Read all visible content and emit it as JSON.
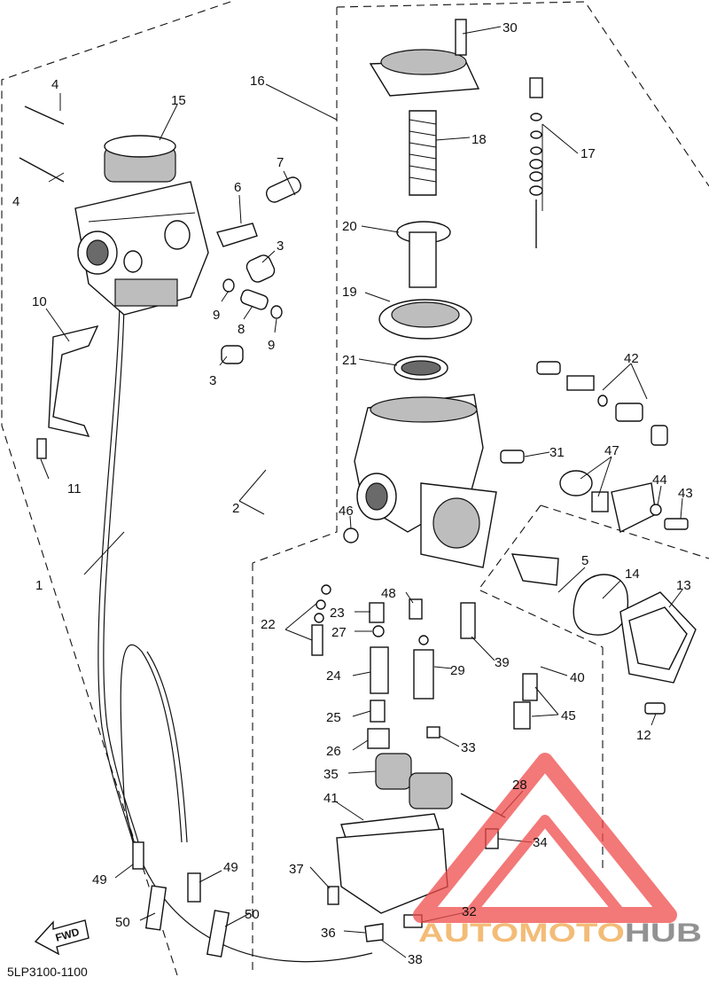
{
  "callouts": [
    "4",
    "15",
    "16",
    "7",
    "6",
    "4",
    "3",
    "10",
    "9",
    "8",
    "9",
    "3",
    "11",
    "1",
    "30",
    "18",
    "17",
    "20",
    "19",
    "21",
    "42",
    "31",
    "47",
    "44",
    "43",
    "2",
    "46",
    "5",
    "14",
    "13",
    "48",
    "23",
    "22",
    "27",
    "39",
    "29",
    "24",
    "40",
    "45",
    "25",
    "12",
    "33",
    "26",
    "35",
    "28",
    "41",
    "34",
    "37",
    "49",
    "49",
    "32",
    "50",
    "50",
    "36",
    "38"
  ],
  "fwd_label": "FWD",
  "diagram_code": "5LP3100-1100",
  "watermark": {
    "part1": "AUTOMOTO",
    "part2": "HUB"
  },
  "colors": {
    "watermark_red": "#ef4b4b",
    "watermark_orange": "#f0a64a",
    "watermark_gray": "#6e6e6e",
    "line": "#111111"
  }
}
